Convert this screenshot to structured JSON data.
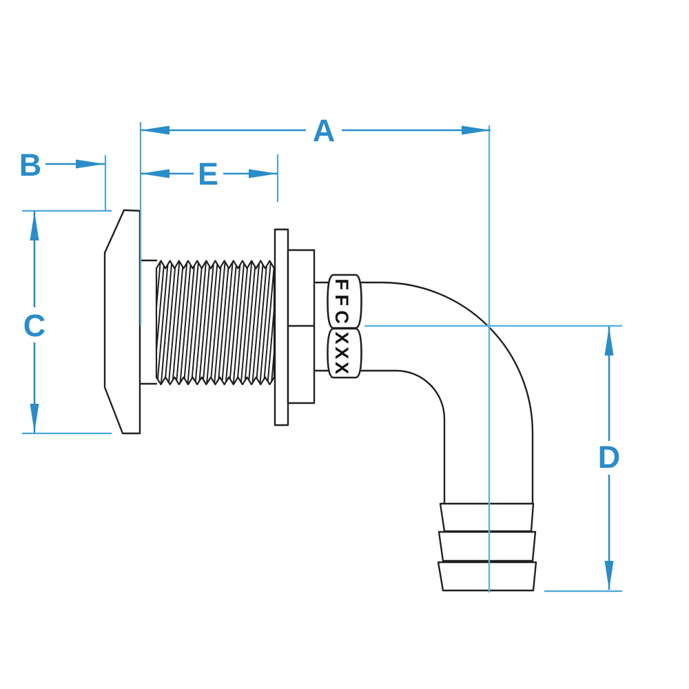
{
  "drawing": {
    "type": "technical-dimension-drawing",
    "subject": "90-degree thru-hull hose barb fitting, side view",
    "dimension_labels": {
      "a": "A",
      "b": "B",
      "c": "C",
      "d": "D",
      "e": "E"
    },
    "part_markings": {
      "nut_line1": "FFC",
      "nut_line2": "XXX"
    },
    "colors": {
      "dimension": "#2a8cc9",
      "extension": "#4aa5d8",
      "centerline": "#5bb4e2",
      "outline": "#1f1f1f",
      "background": "#ffffff"
    }
  }
}
